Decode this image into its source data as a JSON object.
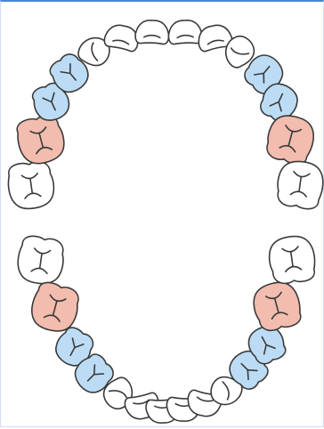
{
  "colors": {
    "normal": "#ffffff",
    "highlight_blue": "#bcdcf5",
    "highlight_pink": "#f2bcae",
    "outline": "#3a3a3a",
    "frame_top": "#4a86d8"
  },
  "arches": {
    "upper": {
      "teeth": [
        {
          "type": "molar",
          "status": "normal"
        },
        {
          "type": "molar",
          "status": "pink"
        },
        {
          "type": "premolar",
          "status": "blue"
        },
        {
          "type": "premolar",
          "status": "blue"
        },
        {
          "type": "canine",
          "status": "normal"
        },
        {
          "type": "incisor",
          "status": "normal"
        },
        {
          "type": "incisor",
          "status": "normal"
        },
        {
          "type": "incisor",
          "status": "normal"
        },
        {
          "type": "incisor",
          "status": "normal"
        },
        {
          "type": "canine",
          "status": "normal"
        },
        {
          "type": "premolar",
          "status": "blue"
        },
        {
          "type": "premolar",
          "status": "blue"
        },
        {
          "type": "molar",
          "status": "pink"
        },
        {
          "type": "molar",
          "status": "normal"
        }
      ]
    },
    "lower": {
      "teeth": [
        {
          "type": "molar",
          "status": "normal"
        },
        {
          "type": "molar",
          "status": "pink"
        },
        {
          "type": "premolar",
          "status": "blue"
        },
        {
          "type": "premolar",
          "status": "blue"
        },
        {
          "type": "canine",
          "status": "normal"
        },
        {
          "type": "incisor",
          "status": "normal"
        },
        {
          "type": "incisor",
          "status": "normal"
        },
        {
          "type": "incisor",
          "status": "normal"
        },
        {
          "type": "incisor",
          "status": "normal"
        },
        {
          "type": "canine",
          "status": "normal"
        },
        {
          "type": "premolar",
          "status": "blue"
        },
        {
          "type": "premolar",
          "status": "blue"
        },
        {
          "type": "molar",
          "status": "pink"
        },
        {
          "type": "molar",
          "status": "normal"
        }
      ]
    }
  }
}
